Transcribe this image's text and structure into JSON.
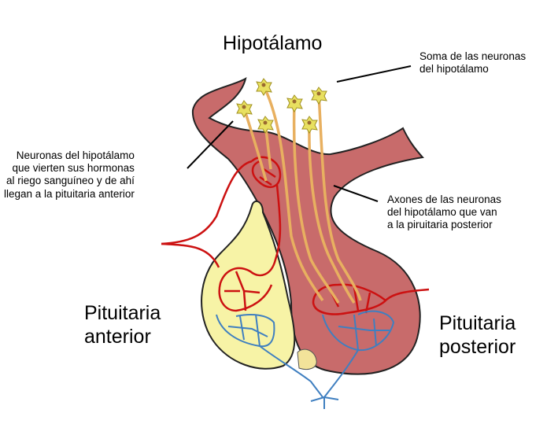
{
  "title": "Hipotálamo",
  "labels": {
    "soma": "Soma de las neuronas\ndel hipotálamo",
    "neurons_blood": "Neuronas del hipotálamo\nque vierten sus hormonas\nal riego sanguíneo y de ahí\nllegan a la pituitaria anterior",
    "axons": "Axones de las neuronas\ndel hipotálamo que van\na la piruitaria posterior",
    "anterior": "Pituitaria\nanterior",
    "posterior": "Pituitaria\nposterior"
  },
  "colors": {
    "tissue": "#c86b6b",
    "anterior": "#f7f3a6",
    "artery": "#cc1111",
    "vein": "#3f7fc0",
    "axon": "#e8b060",
    "soma": "#e8e060"
  }
}
